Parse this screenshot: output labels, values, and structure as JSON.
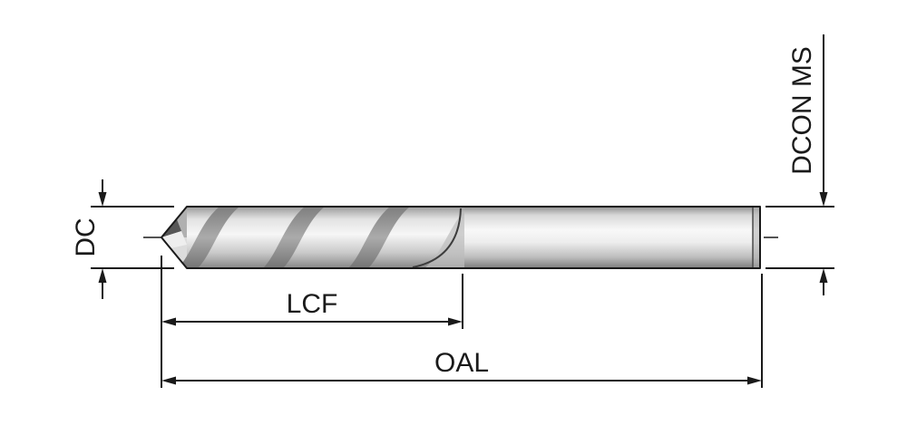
{
  "diagram": {
    "labels": {
      "dc": "DC",
      "lcf": "LCF",
      "oal": "OAL",
      "dcon_ms": "DCON MS"
    },
    "colors": {
      "line": "#1a1a1a",
      "background": "#ffffff",
      "metal_light": "#f8f8f8",
      "metal_mid": "#cfcfcf",
      "metal_dark": "#8f8f8f",
      "groove": "#9c9c9c"
    }
  }
}
